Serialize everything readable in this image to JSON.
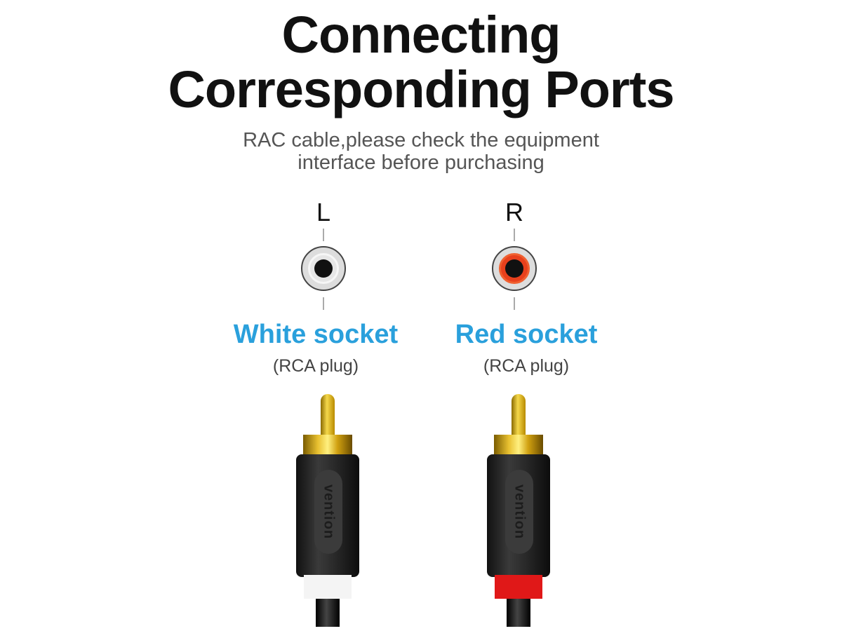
{
  "title": {
    "line1": "Connecting",
    "line2": "Corresponding Ports"
  },
  "subtitle": {
    "line1": "RAC cable,please check the equipment",
    "line2": "interface before purchasing"
  },
  "left": {
    "channel": "L",
    "label": "White socket",
    "plug": "(RCA plug)",
    "ring_color": "#e6e6e6",
    "band_color": "#f4f4f4"
  },
  "right": {
    "channel": "R",
    "label": "Red socket",
    "plug": "(RCA plug)",
    "ring_color": "#e8401c",
    "band_color": "#e01818"
  },
  "brand": "vention",
  "colors": {
    "accent": "#2aa0dc"
  }
}
